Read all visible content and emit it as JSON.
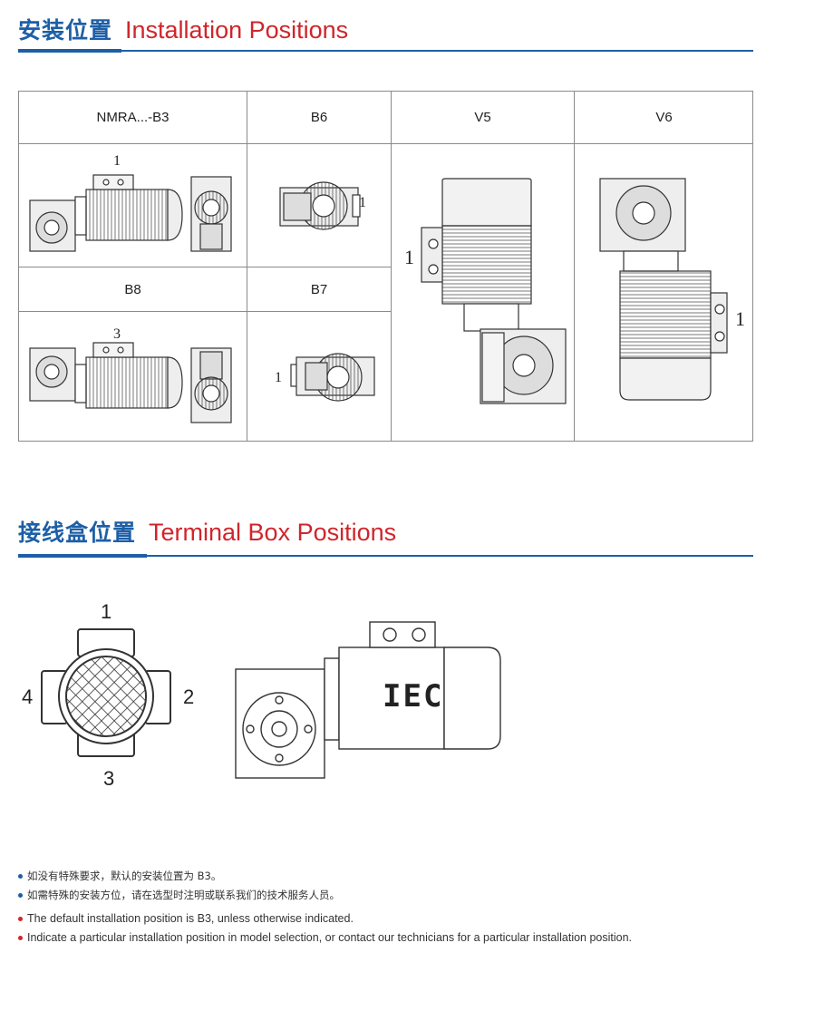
{
  "installation": {
    "title_cn": "安装位置",
    "title_en": "Installation Positions",
    "headers": {
      "b3": "NMRA...-B3",
      "b6": "B6",
      "v5": "V5",
      "v6": "V6",
      "b8": "B8",
      "b7": "B7"
    },
    "marks": {
      "b3": "1",
      "b6": "1",
      "v5": "1",
      "v6": "1",
      "b8": "3",
      "b7": "1"
    }
  },
  "terminal": {
    "title_cn": "接线盒位置",
    "title_en": "Terminal Box Positions",
    "positions": {
      "top": "1",
      "right": "2",
      "bottom": "3",
      "left": "4"
    },
    "motor_label": "IEC"
  },
  "notes": {
    "cn": [
      "如没有特殊要求，默认的安装位置为 B3。",
      "如需特殊的安装方位，请在选型时注明或联系我们的技术服务人员。"
    ],
    "en": [
      "The default installation position is B3, unless otherwise indicated.",
      "Indicate a particular installation position in model selection, or contact our technicians for a particular installation position."
    ]
  },
  "colors": {
    "brand_blue": "#1d5fa6",
    "accent_red": "#d0252b",
    "cn_bullet": "#1d5fa6",
    "en_bullet": "#d0252b"
  }
}
